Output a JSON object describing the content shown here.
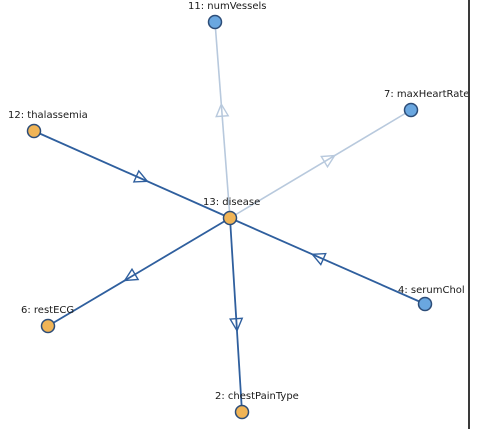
{
  "graph": {
    "nodes": [
      {
        "id": "numVessels",
        "label": "11: numVessels",
        "color": "#6aa7e0"
      },
      {
        "id": "maxHeartRate",
        "label": "7: maxHeartRate",
        "color": "#6aa7e0"
      },
      {
        "id": "thalassemia",
        "label": "12: thalassemia",
        "color": "#f0b456"
      },
      {
        "id": "disease",
        "label": "13: disease",
        "color": "#f0b456"
      },
      {
        "id": "serumChol",
        "label": "4: serumChol",
        "color": "#6aa7e0"
      },
      {
        "id": "restECG",
        "label": "6: restECG",
        "color": "#f0b456"
      },
      {
        "id": "chestPainType",
        "label": "2: chestPainType",
        "color": "#f0b456"
      }
    ],
    "edges": [
      {
        "from": "disease",
        "to": "numVessels",
        "emphasis": "light"
      },
      {
        "from": "disease",
        "to": "maxHeartRate",
        "emphasis": "light"
      },
      {
        "from": "thalassemia",
        "to": "disease",
        "emphasis": "strong"
      },
      {
        "from": "serumChol",
        "to": "disease",
        "emphasis": "strong"
      },
      {
        "from": "disease",
        "to": "restECG",
        "emphasis": "strong"
      },
      {
        "from": "disease",
        "to": "chestPainType",
        "emphasis": "strong"
      }
    ],
    "colors": {
      "strong_edge": "#2f5f9e",
      "light_edge": "#b8c9dd",
      "node_stroke": "#2d4d78"
    }
  }
}
